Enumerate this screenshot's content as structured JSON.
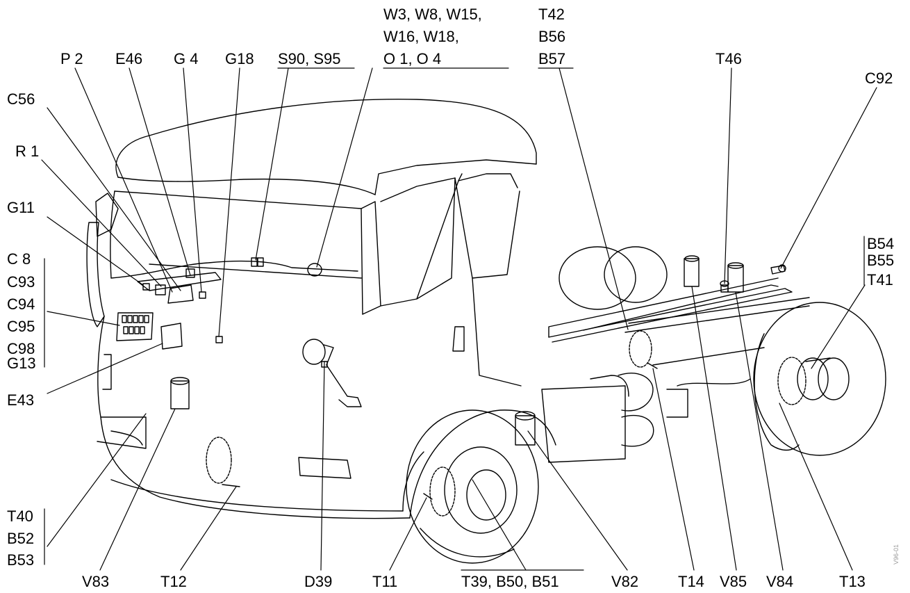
{
  "labels": {
    "p2": "P 2",
    "e46": "E46",
    "g4": "G 4",
    "g18": "G18",
    "s90_s95": "S90, S95",
    "w_line1": "W3, W8, W15,",
    "w_line2": "W16, W18,",
    "w_line3": "O 1, O 4",
    "t42": "T42",
    "b56": "B56",
    "b57": "B57",
    "t46": "T46",
    "c92": "C92",
    "c56": "C56",
    "r1": "R 1",
    "g11": "G11",
    "c8": "C 8",
    "c93": "C93",
    "c94": "C94",
    "c95": "C95",
    "c98": "C98",
    "g13": "G13",
    "e43": "E43",
    "b54": "B54",
    "b55": "B55",
    "t41": "T41",
    "t40": "T40",
    "b52": "B52",
    "b53": "B53",
    "v83": "V83",
    "t12": "T12",
    "d39": "D39",
    "t11": "T11",
    "t39_b50_b51": "T39, B50, B51",
    "v82": "V82",
    "t14": "T14",
    "v85": "V85",
    "v84": "V84",
    "t13": "T13",
    "side_code": "V96-01"
  },
  "colors": {
    "line": "#000000",
    "background": "#ffffff"
  }
}
